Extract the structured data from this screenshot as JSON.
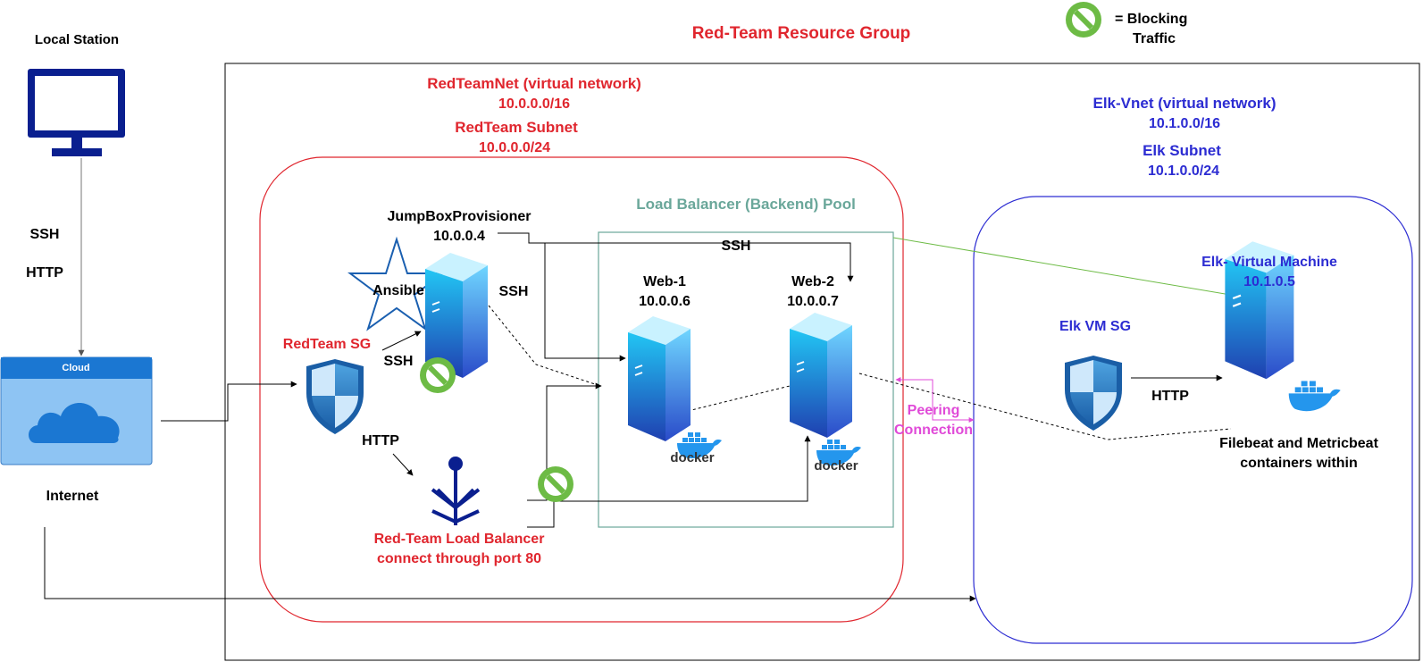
{
  "title": "Red-Team Resource Group",
  "legend": {
    "line1": "= Blocking",
    "line2": "Traffic",
    "icon": "blocking-icon",
    "color": "#6dbb45"
  },
  "local_station": {
    "label": "Local Station",
    "ssh_label": "SSH",
    "http_label": "HTTP",
    "icon": "monitor-icon"
  },
  "internet": {
    "label": "Internet",
    "cloud_label": "Cloud",
    "icon": "cloud-icon"
  },
  "red_vnet": {
    "name": "RedTeamNet (virtual network)",
    "cidr": "10.0.0.0/16",
    "subnet_name": "RedTeam Subnet",
    "subnet_cidr": "10.0.0.0/24",
    "color": "#e0262e"
  },
  "elk_vnet": {
    "name": "Elk-Vnet (virtual network)",
    "cidr": "10.1.0.0/16",
    "subnet_name": "Elk Subnet",
    "subnet_cidr": "10.1.0.0/24",
    "color": "#2c2cd2"
  },
  "red_sg": {
    "label": "RedTeam SG",
    "ssh_label": "SSH",
    "http_label": "HTTP"
  },
  "jumpbox": {
    "name": "JumpBoxProvisioner",
    "ip": "10.0.0.4",
    "ansible_label": "Ansible",
    "ssh_label": "SSH"
  },
  "backend_pool": {
    "label": "Load Balancer (Backend) Pool",
    "ssh_label": "SSH",
    "color": "#6aa79a"
  },
  "web1": {
    "name": "Web-1",
    "ip": "10.0.0.6",
    "docker_label": "docker"
  },
  "web2": {
    "name": "Web-2",
    "ip": "10.0.0.7",
    "docker_label": "docker"
  },
  "load_balancer": {
    "line1": "Red-Team Load Balancer",
    "line2": "connect through port 80"
  },
  "peering": {
    "line1": "Peering",
    "line2": "Connection",
    "color": "#e04ad8"
  },
  "elk_sg": {
    "label": "Elk VM SG",
    "http_label": "HTTP"
  },
  "elk_vm": {
    "name": "Elk- Virtual Machine",
    "ip": "10.1.0.5",
    "note_line1": "Filebeat and Metricbeat",
    "note_line2": "containers within"
  }
}
